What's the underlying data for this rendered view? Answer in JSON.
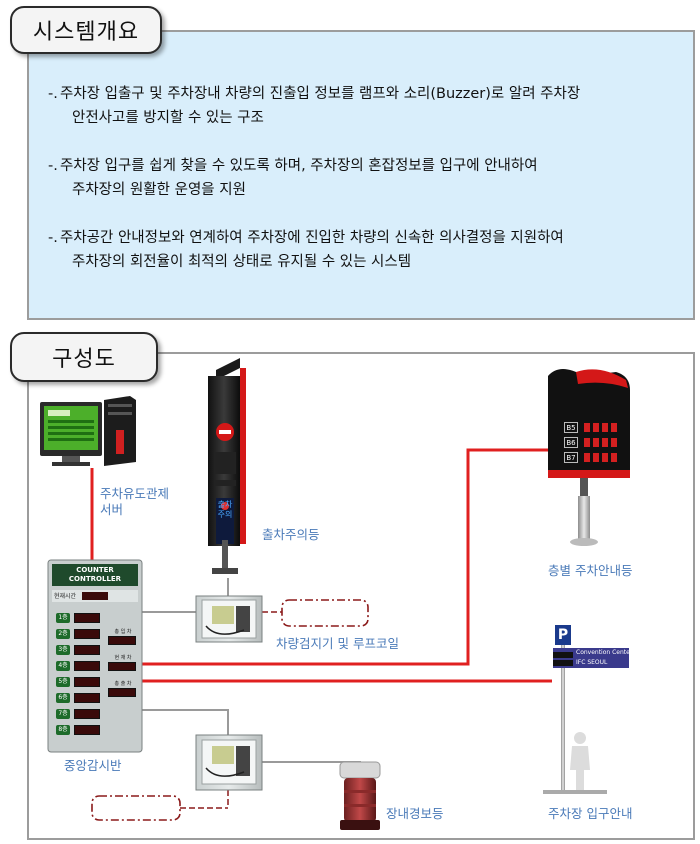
{
  "overview": {
    "title": "시스템개요",
    "bullets": [
      {
        "dash": "-.",
        "line1": "주차장 입출구 및 주차장내 차량의 진출입 정보를 램프와 소리(Buzzer)로 알려 주차장",
        "line2": "안전사고를 방지할 수 있는 구조"
      },
      {
        "dash": "-.",
        "line1": "주차장 입구를 쉽게 찾을 수 있도록 하며, 주차장의 혼잡정보를 입구에 안내하여",
        "line2": "주차장의 원활한 운영을 지원"
      },
      {
        "dash": "-.",
        "line1": "주차공간 안내정보와 연계하여 주차장에 진입한 차량의 신속한 의사결정을 지원하여",
        "line2": "주차장의 회전율이 최적의 상태로 유지될 수 있는 시스템"
      }
    ]
  },
  "diagram": {
    "title": "구성도",
    "captions": {
      "server_line1": "주차유도관제",
      "server_line2": "서버",
      "exit_lamp": "출차주의등",
      "detector": "차량검지기 및 루프코일",
      "floor_display": "층별 주차안내등",
      "controller": "중앙감시반",
      "warning_lamp": "장내경보등",
      "entrance_sign": "주차장 입구안내"
    },
    "controller_panel": {
      "header_line1": "COUNTER",
      "header_line2": "CONTROLLER",
      "time_label": "현재시간",
      "row_labels": [
        "1층",
        "2층",
        "3층",
        "4층",
        "5층",
        "6층",
        "7층",
        "8층"
      ],
      "side_labels": [
        "총 입 차",
        "현 재 차",
        "총 출 차"
      ]
    },
    "exit_pole_text": "출차주의",
    "entrance_sign_panel": {
      "p_symbol": "P",
      "rows": [
        "Convention Center",
        "IFC SEOUL"
      ]
    },
    "floor_display_panel": {
      "floors": [
        "B5",
        "B6",
        "B7"
      ]
    },
    "colors": {
      "red_line": "#e02020",
      "gray_line": "#9a9a9a",
      "dashed": "#8b1a1a",
      "caption": "#4a7ab8",
      "overview_bg": "#d9eefb"
    }
  }
}
